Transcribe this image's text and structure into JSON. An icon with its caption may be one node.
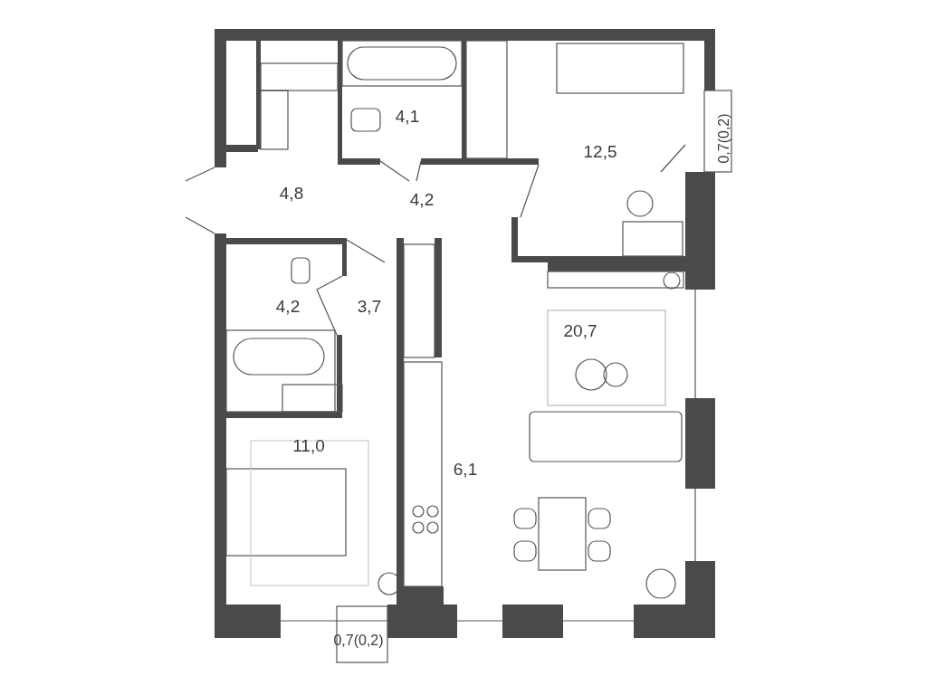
{
  "diagram": {
    "labels": [
      "4,1",
      "12,5",
      "0,7(0,2)",
      "4,8",
      "4,2",
      "4,2",
      "3,7",
      "20,7",
      "11,0",
      "6,1",
      "0,7(0,2)"
    ]
  }
}
